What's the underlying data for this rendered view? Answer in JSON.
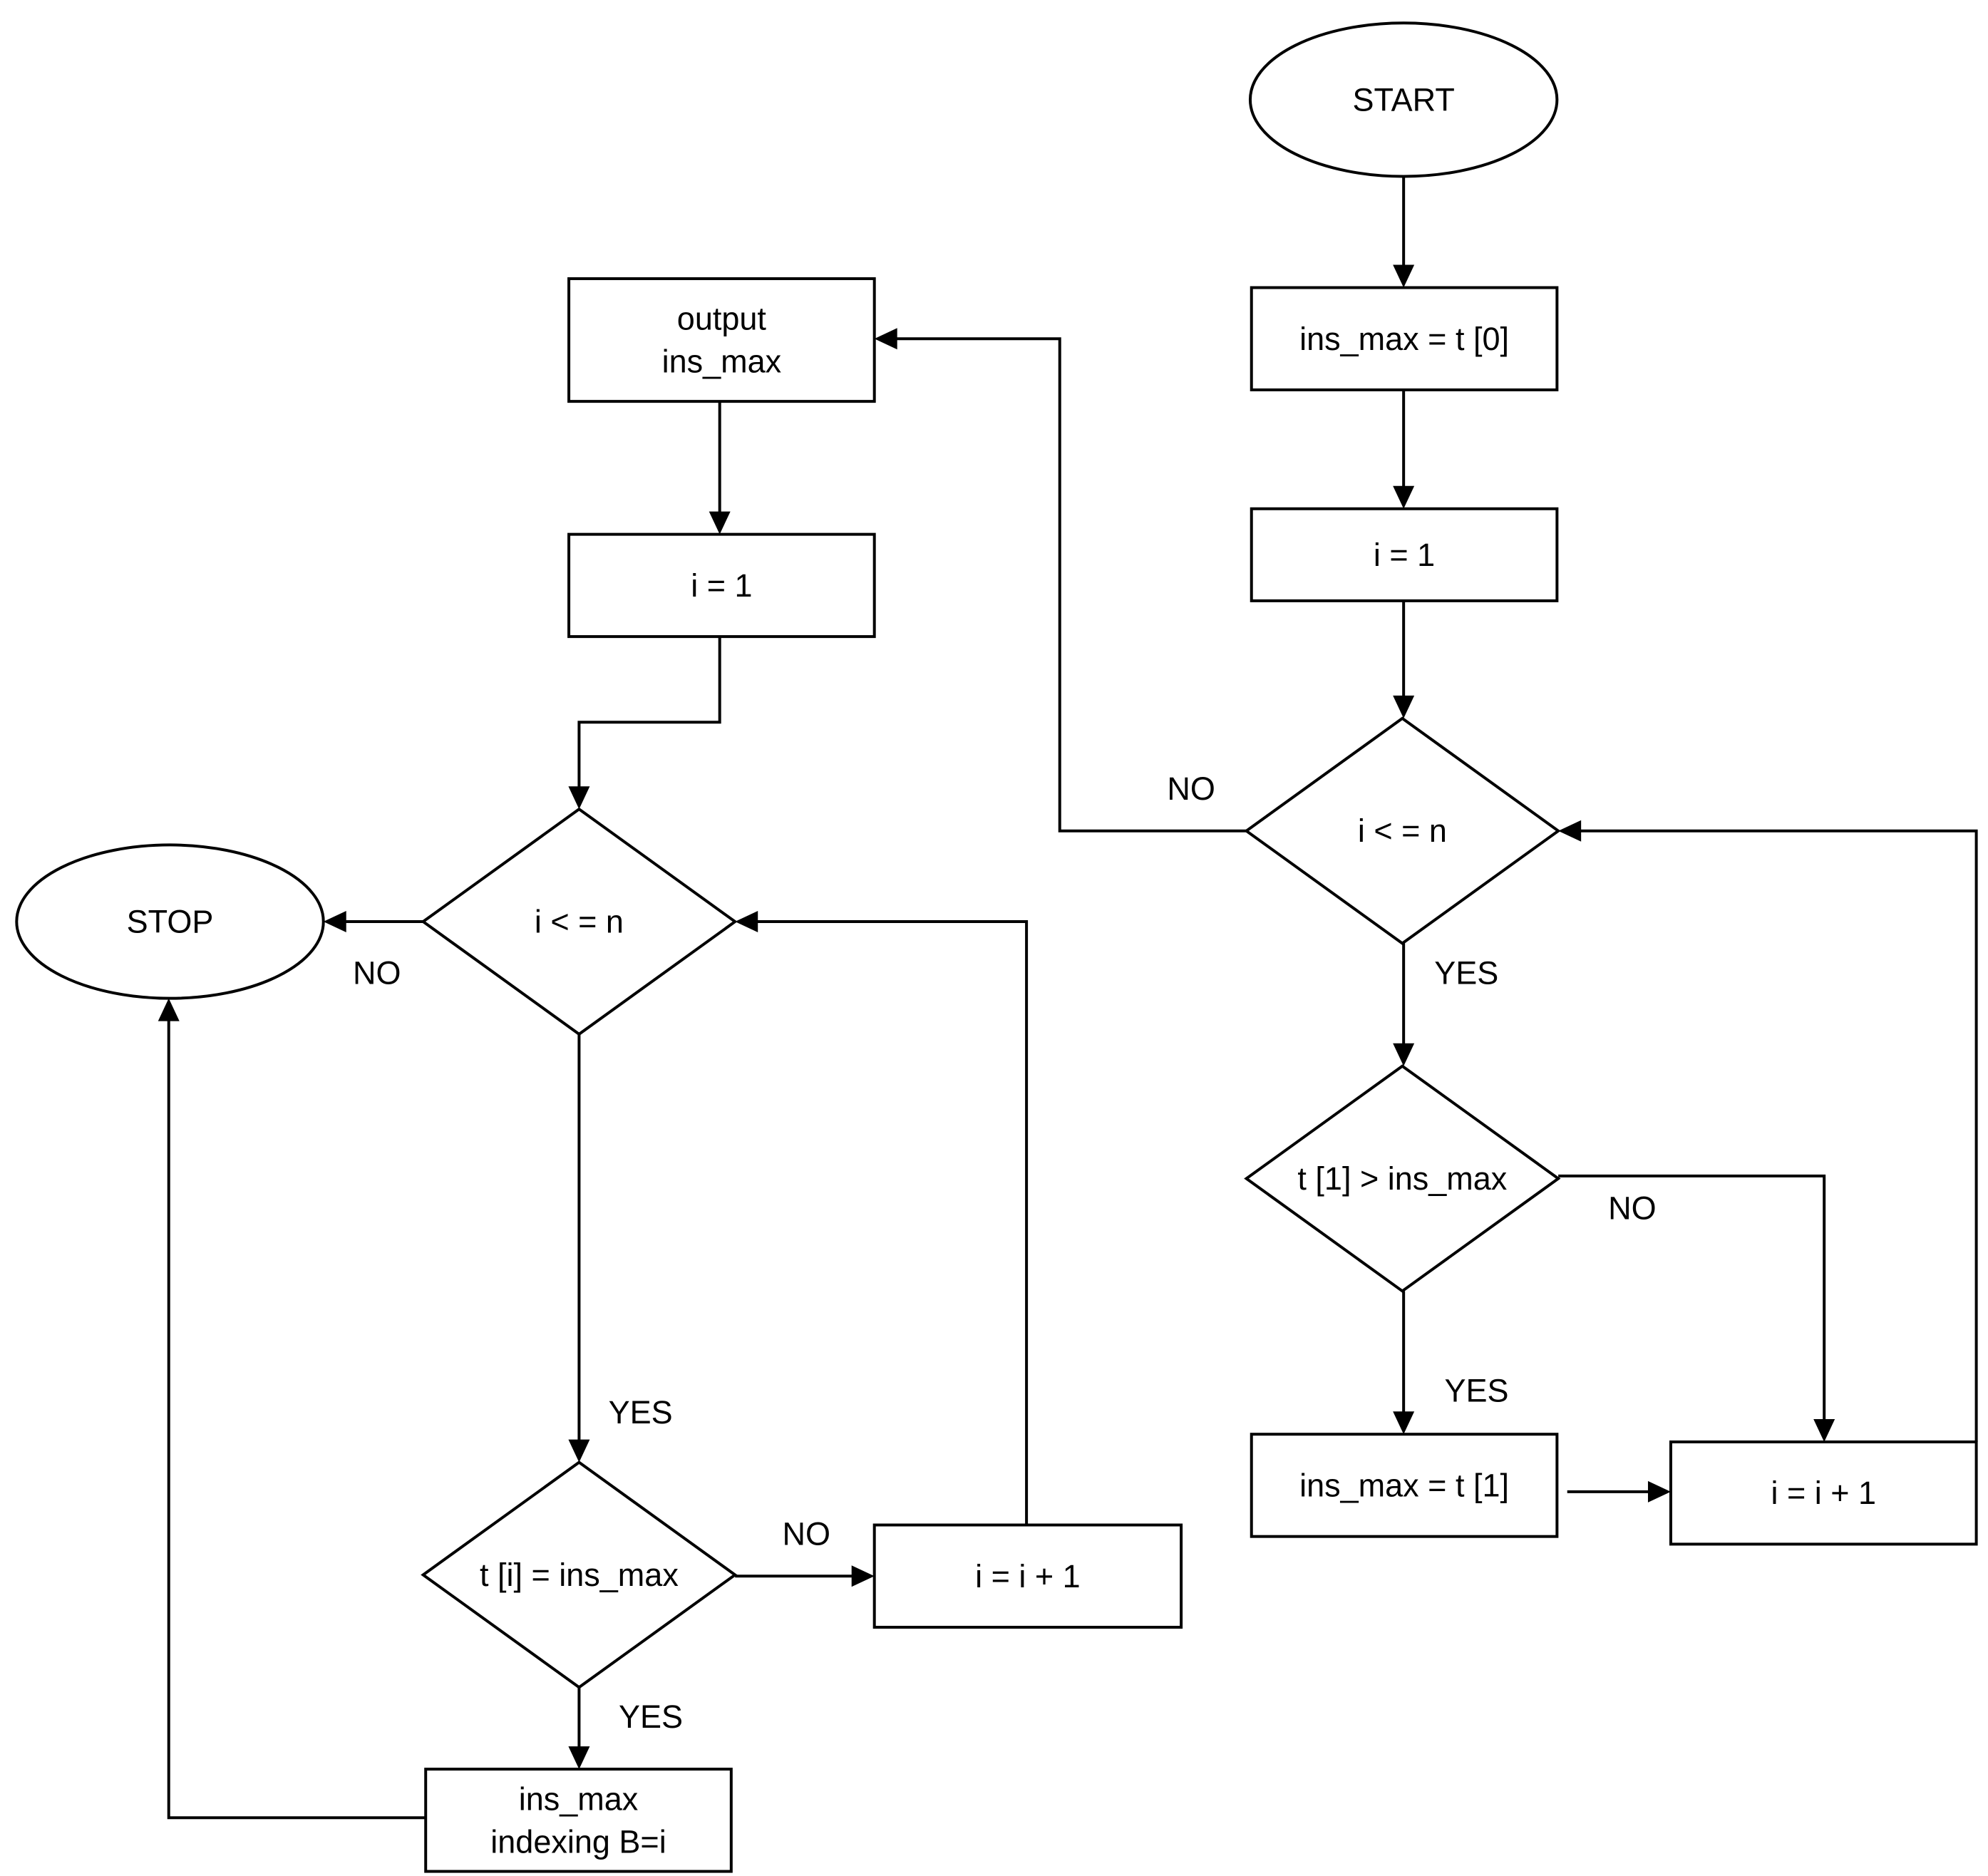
{
  "nodes": {
    "start": {
      "lines": [
        "START"
      ]
    },
    "init_max": {
      "lines": [
        "ins_max = t [0]"
      ]
    },
    "init_i_right": {
      "lines": [
        "i = 1"
      ]
    },
    "cond_loop_right": {
      "lines": [
        "i < = n"
      ]
    },
    "cond_compare": {
      "lines": [
        "t [1] > ins_max"
      ]
    },
    "assign_max": {
      "lines": [
        "ins_max = t [1]"
      ]
    },
    "incr_right": {
      "lines": [
        "i = i + 1"
      ]
    },
    "output_max": {
      "lines": [
        "output",
        "ins_max"
      ]
    },
    "init_i_left": {
      "lines": [
        "i = 1"
      ]
    },
    "cond_loop_left": {
      "lines": [
        "i < = n"
      ]
    },
    "stop": {
      "lines": [
        "STOP"
      ]
    },
    "cond_equal": {
      "lines": [
        "t [i] = ins_max"
      ]
    },
    "incr_left": {
      "lines": [
        "i = i + 1"
      ]
    },
    "index_result": {
      "lines": [
        "ins_max",
        "indexing B=i"
      ]
    }
  },
  "edges": [
    {
      "from": "start",
      "to": "init_max",
      "label": ""
    },
    {
      "from": "init_max",
      "to": "init_i_right",
      "label": ""
    },
    {
      "from": "init_i_right",
      "to": "cond_loop_right",
      "label": ""
    },
    {
      "from": "cond_loop_right",
      "to": "cond_compare",
      "label": "YES"
    },
    {
      "from": "cond_loop_right",
      "to": "output_max",
      "label": "NO"
    },
    {
      "from": "cond_compare",
      "to": "assign_max",
      "label": "YES"
    },
    {
      "from": "cond_compare",
      "to": "incr_right",
      "label": "NO"
    },
    {
      "from": "assign_max",
      "to": "incr_right",
      "label": ""
    },
    {
      "from": "incr_right",
      "to": "cond_loop_right",
      "label": ""
    },
    {
      "from": "output_max",
      "to": "init_i_left",
      "label": ""
    },
    {
      "from": "init_i_left",
      "to": "cond_loop_left",
      "label": ""
    },
    {
      "from": "cond_loop_left",
      "to": "stop",
      "label": "NO"
    },
    {
      "from": "cond_loop_left",
      "to": "cond_equal",
      "label": "YES"
    },
    {
      "from": "cond_equal",
      "to": "incr_left",
      "label": "NO"
    },
    {
      "from": "cond_equal",
      "to": "index_result",
      "label": "YES"
    },
    {
      "from": "incr_left",
      "to": "cond_loop_left",
      "label": ""
    },
    {
      "from": "index_result",
      "to": "stop",
      "label": ""
    }
  ]
}
